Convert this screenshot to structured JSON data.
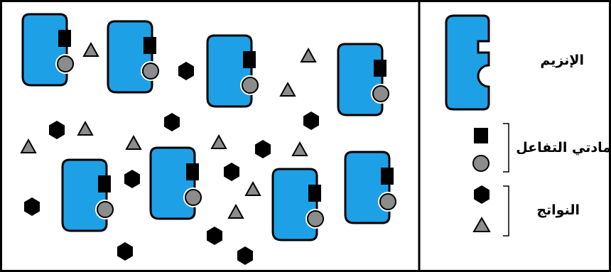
{
  "legend": {
    "enzyme_label": "الإنزيم",
    "substrates_label": "مادتي التفاعل",
    "products_label": "النواتج"
  },
  "colors": {
    "enzyme_fill": "#1ea0e6",
    "substrate_circle": "#8c8c8c",
    "product_triangle": "#8c8c8c",
    "substrate_square": "#000000",
    "product_hexagon": "#000000"
  }
}
